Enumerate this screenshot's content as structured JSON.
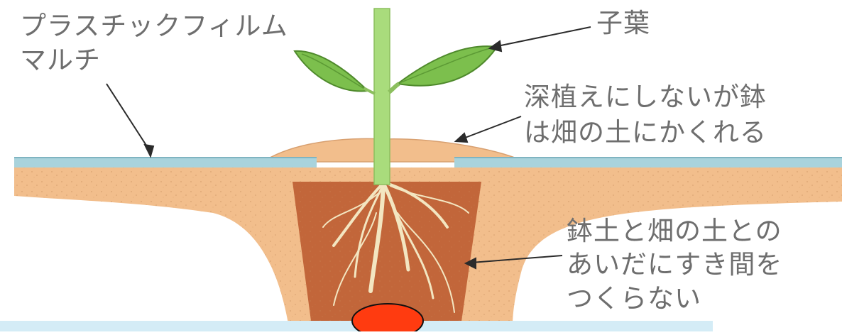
{
  "labels": {
    "plastic_film_line1": "プラスチックフィルム",
    "plastic_film_line2": "マルチ",
    "cotyledon": "子葉",
    "deep_planting_line1": "深植えにしないが鉢",
    "deep_planting_line2": "は畑の土にかくれる",
    "no_gap_line1": "鉢土と畑の土との",
    "no_gap_line2": "あいだにすき間を",
    "no_gap_line3": "つくらない"
  },
  "colors": {
    "soil": "#f2be8c",
    "pot_soil": "#c2663a",
    "mulch_film": "#a9d3dc",
    "stem": "#a9dc7c",
    "leaf": "#7cbf4d",
    "root": "#f3e6c1",
    "label_text": "#6e6e6e",
    "bottom_band": "#d4ecf6",
    "marker": "#ff3b10"
  }
}
